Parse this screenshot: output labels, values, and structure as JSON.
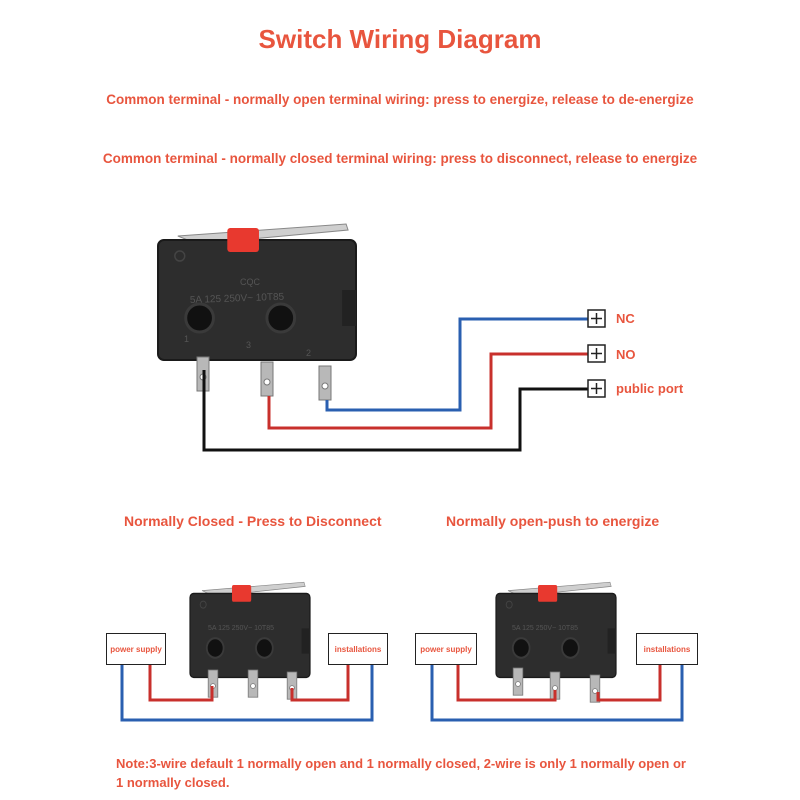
{
  "title": "Switch Wiring Diagram",
  "descriptions": {
    "no_wiring": "Common terminal - normally open terminal wiring: press to energize, release to de-energize",
    "nc_wiring": "Common terminal - normally closed terminal wiring: press to disconnect, release to energize"
  },
  "switch_marking": {
    "certification": "CQC",
    "rating": "5A 125 250V~ 10T85",
    "pin_numbers": [
      "1",
      "3",
      "2"
    ]
  },
  "terminals": [
    {
      "label": "NC",
      "wire_color": "#2a5fb0"
    },
    {
      "label": "NO",
      "wire_color": "#c8302c"
    },
    {
      "label": "public port",
      "wire_color": "#111111"
    }
  ],
  "examples": [
    {
      "caption": "Normally Closed - Press to Disconnect",
      "left_box": "power supply",
      "right_box": "installations"
    },
    {
      "caption": "Normally open-push to energize",
      "left_box": "power supply",
      "right_box": "installations"
    }
  ],
  "note": "Note:3-wire default 1 normally open and 1 normally closed, 2-wire is only 1 normally open or 1 normally closed.",
  "colors": {
    "text_accent": "#e8553e",
    "switch_body": "#2b2b2b",
    "actuator_button": "#e8392f",
    "pin_metal": "#b8b8b8"
  }
}
